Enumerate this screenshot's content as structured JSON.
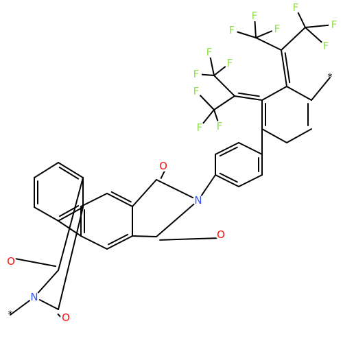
{
  "colors": {
    "bond": "#000000",
    "F": "#90e050",
    "O": "#ff0d0d",
    "N": "#3050f8",
    "star": "#000000"
  },
  "atoms": [
    {
      "id": "F1",
      "el": "F",
      "text": "F"
    },
    {
      "id": "F2",
      "el": "F",
      "text": "F"
    },
    {
      "id": "F3",
      "el": "F",
      "text": "F"
    },
    {
      "id": "F4",
      "el": "F",
      "text": "F"
    },
    {
      "id": "F5",
      "el": "F",
      "text": "F"
    },
    {
      "id": "F6",
      "el": "F",
      "text": "F"
    },
    {
      "id": "F7",
      "el": "F",
      "text": "F"
    },
    {
      "id": "F8",
      "el": "F",
      "text": "F"
    },
    {
      "id": "F9",
      "el": "F",
      "text": "F"
    },
    {
      "id": "F10",
      "el": "F",
      "text": "F"
    },
    {
      "id": "F11",
      "el": "F",
      "text": "F"
    },
    {
      "id": "F12",
      "el": "F",
      "text": "F"
    },
    {
      "id": "O1",
      "el": "O",
      "text": "O"
    },
    {
      "id": "O2",
      "el": "O",
      "text": "O"
    },
    {
      "id": "O3",
      "el": "O",
      "text": "O"
    },
    {
      "id": "O4",
      "el": "O",
      "text": "O"
    },
    {
      "id": "N1",
      "el": "N",
      "text": "N"
    },
    {
      "id": "N2",
      "el": "N",
      "text": "N"
    },
    {
      "id": "S1",
      "el": "star",
      "text": "*"
    },
    {
      "id": "S2",
      "el": "star",
      "text": "*"
    }
  ]
}
